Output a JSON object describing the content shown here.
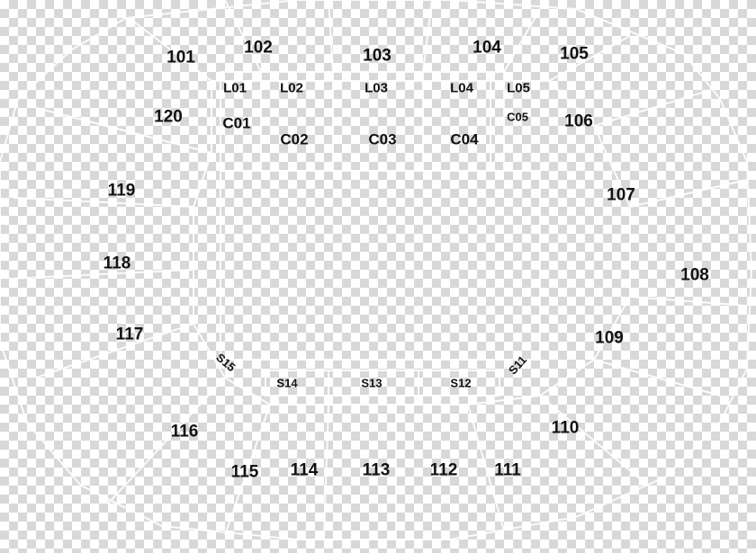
{
  "map": {
    "sections_100": [
      "101",
      "102",
      "103",
      "104",
      "105",
      "106",
      "107",
      "108",
      "109",
      "110",
      "111",
      "112",
      "113",
      "114",
      "115",
      "116",
      "117",
      "118",
      "119",
      "120"
    ],
    "loge": [
      "L01",
      "L02",
      "L03",
      "L04",
      "L05"
    ],
    "club": [
      "C01",
      "C02",
      "C03",
      "C04",
      "C05"
    ],
    "suites": [
      "S11",
      "S12",
      "S13",
      "S14",
      "S15"
    ]
  }
}
